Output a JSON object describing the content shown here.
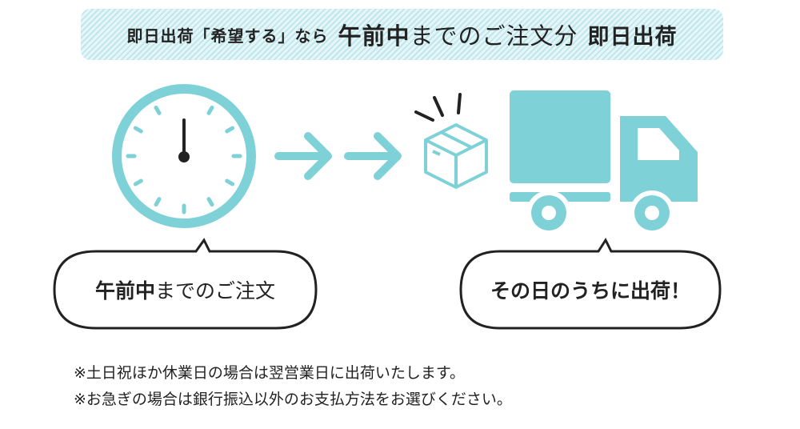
{
  "banner": {
    "prefix": "即日出荷「希望する」なら",
    "highlight_bold": "午前中",
    "highlight_rest": "までのご注文分",
    "suffix": "即日出荷"
  },
  "bubbles": {
    "left_bold": "午前中",
    "left_rest": "までのご注文",
    "right": "その日のうちに出荷！"
  },
  "notes": [
    "※土日祝ほか休業日の場合は翌営業日に出荷いたします。",
    "※お急ぎの場合は銀行振込以外のお支払方法をお選びください。"
  ],
  "colors": {
    "accent": "#7fd1d8",
    "highlight": "#fff23a"
  }
}
